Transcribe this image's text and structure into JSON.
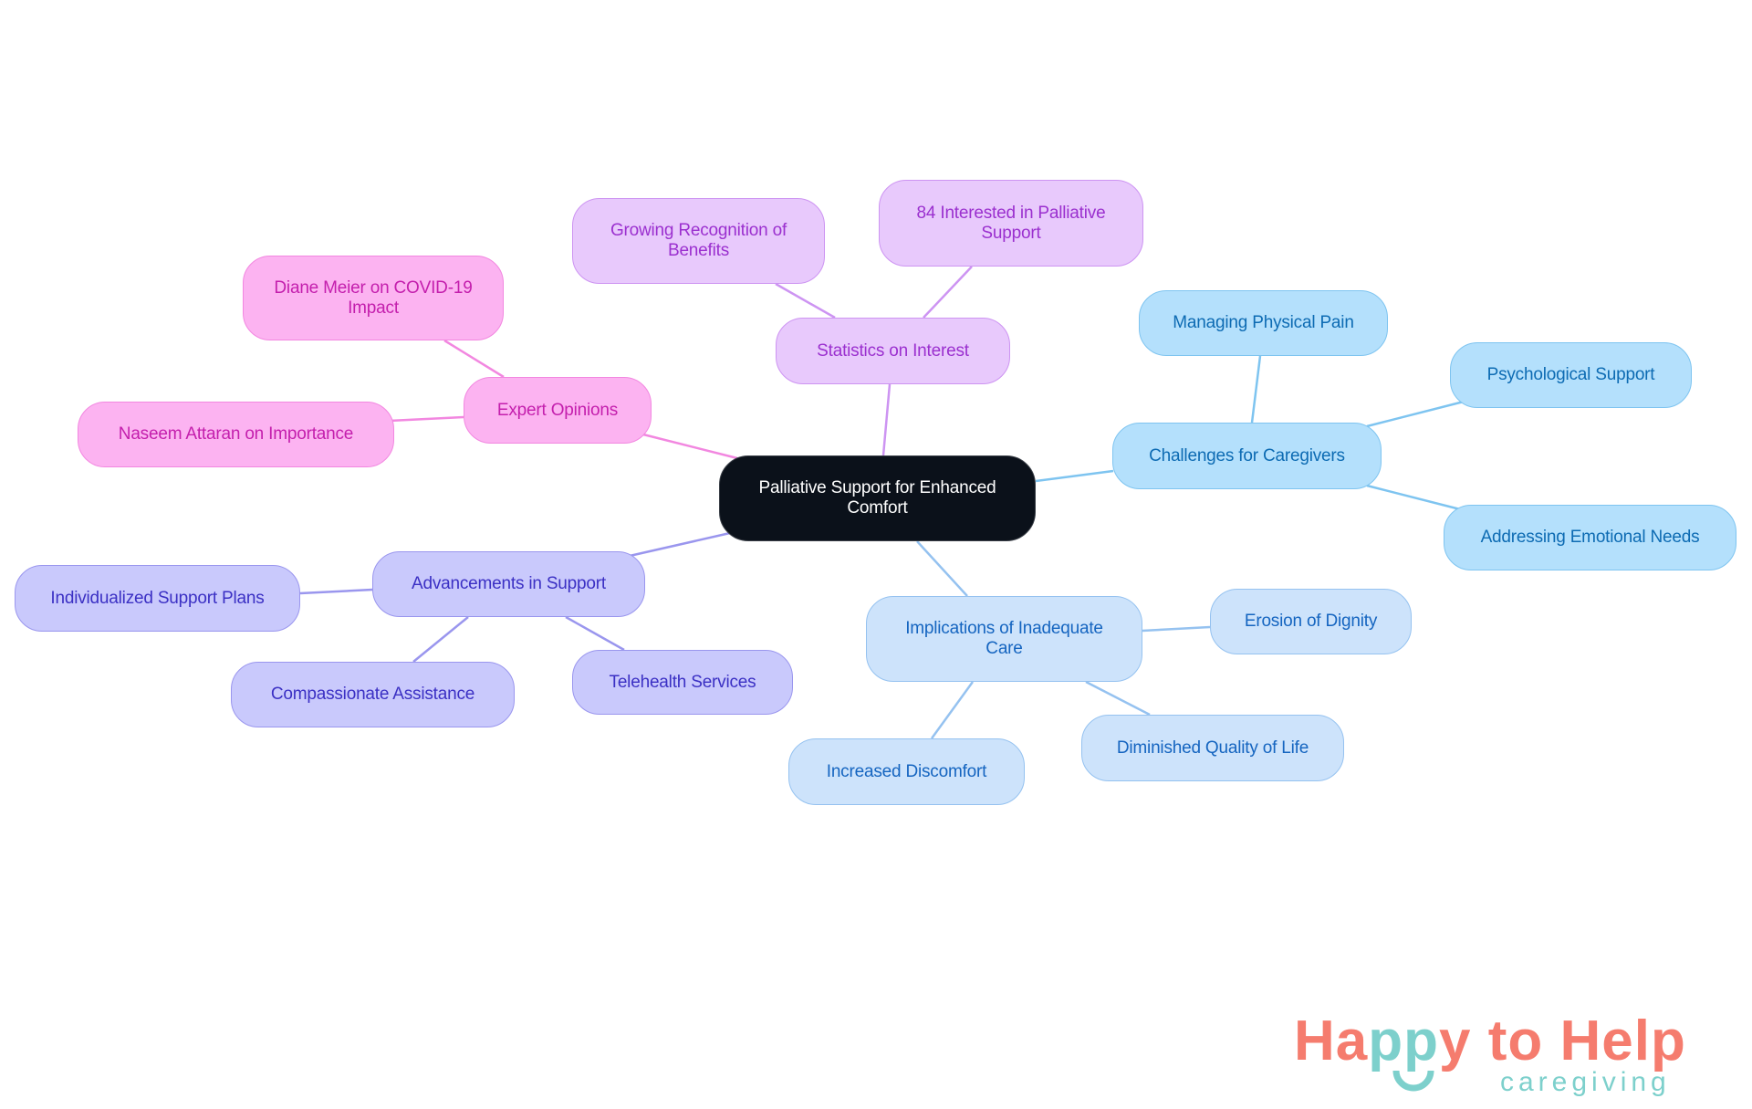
{
  "diagram": {
    "type": "mind-map",
    "root": {
      "label": "Palliative Support for Enhanced Comfort"
    },
    "branches": [
      {
        "label": "Challenges for Caregivers",
        "color": "#b4e0fc",
        "children": [
          {
            "label": "Managing Physical Pain"
          },
          {
            "label": "Psychological Support"
          },
          {
            "label": "Addressing Emotional Needs"
          }
        ]
      },
      {
        "label": "Implications of Inadequate Care",
        "color": "#cde3fb",
        "children": [
          {
            "label": "Erosion of Dignity"
          },
          {
            "label": "Diminished Quality of Life"
          },
          {
            "label": "Increased Discomfort"
          }
        ]
      },
      {
        "label": "Advancements in Support",
        "color": "#c9c9fc",
        "children": [
          {
            "label": "Individualized Support Plans"
          },
          {
            "label": "Compassionate Assistance"
          },
          {
            "label": "Telehealth Services"
          }
        ]
      },
      {
        "label": "Expert Opinions",
        "color": "#fcb3f1",
        "children": [
          {
            "label": "Diane Meier on COVID-19 Impact"
          },
          {
            "label": "Naseem Attaran on Importance"
          }
        ]
      },
      {
        "label": "Statistics on Interest",
        "color": "#e8c9fc",
        "children": [
          {
            "label": "Growing Recognition of Benefits"
          },
          {
            "label": "84 Interested in Palliative Support"
          }
        ]
      }
    ]
  },
  "logo": {
    "part1": "Ha",
    "part2": "pp",
    "part3": "y to Help",
    "subtitle": "caregiving",
    "colors": {
      "primary": "#f57c6e",
      "accent": "#7dd0cc"
    }
  }
}
